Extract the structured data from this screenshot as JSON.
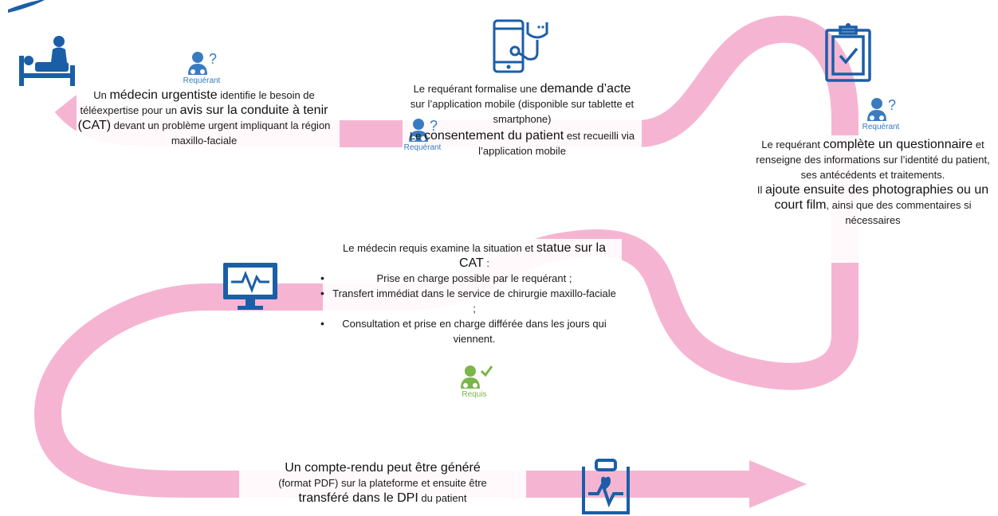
{
  "colors": {
    "ribbon": "#f5b5d2",
    "ribbon_light": "#f9cfe2",
    "icon": "#1b5ea8",
    "requerant": "#3a7bbf",
    "requis": "#7ab648"
  },
  "roles": {
    "requerant": "Requérant",
    "requis": "Requis"
  },
  "icons": [
    "hospital-bed-icon",
    "tablet-stethoscope-icon",
    "clipboard-check-icon",
    "monitor-pulse-icon",
    "medical-report-icon",
    "doctor-question-icon",
    "doctor-check-icon"
  ],
  "step1": {
    "t1": "Un ",
    "b1": "médecin urgentiste",
    "t2": " identifie le besoin de téléexpertise pour un ",
    "b2": "avis sur la conduite à tenir (CAT)",
    "t3": " devant un problème urgent impliquant la région maxillo-faciale"
  },
  "step2": {
    "t1": "Le requérant formalise une ",
    "b1": "demande d’acte",
    "t2": " sur l’application mobile (disponible sur tablette et smartphone)",
    "t3": "Le ",
    "b2": "consentement du patient",
    "t4": " est recueilli via l’application mobile"
  },
  "step3": {
    "t1": "Le requérant ",
    "b1": "complète un questionnaire",
    "t2": " et renseigne des informations sur l’identité du patient, ses antécédents et traitements.",
    "t3": "Il ",
    "b2": "ajoute ensuite des photographies ou un court film",
    "t4": ", ainsi que des commentaires si nécessaires"
  },
  "step4": {
    "t1": "Le médecin requis examine la situation et ",
    "b1": "statue sur la CAT",
    "t2": " :",
    "options": [
      "Prise en charge possible par le requérant ;",
      "Transfert immédiat dans le service de chirurgie maxillo-faciale ;",
      "Consultation et prise en charge différée dans les jours qui viennent."
    ]
  },
  "step5": {
    "b1": "Un compte-rendu peut être généré",
    "t1": "(format PDF) sur la plateforme et ensuite être",
    "b2": "transféré dans le DPI",
    "t2": " du patient"
  }
}
